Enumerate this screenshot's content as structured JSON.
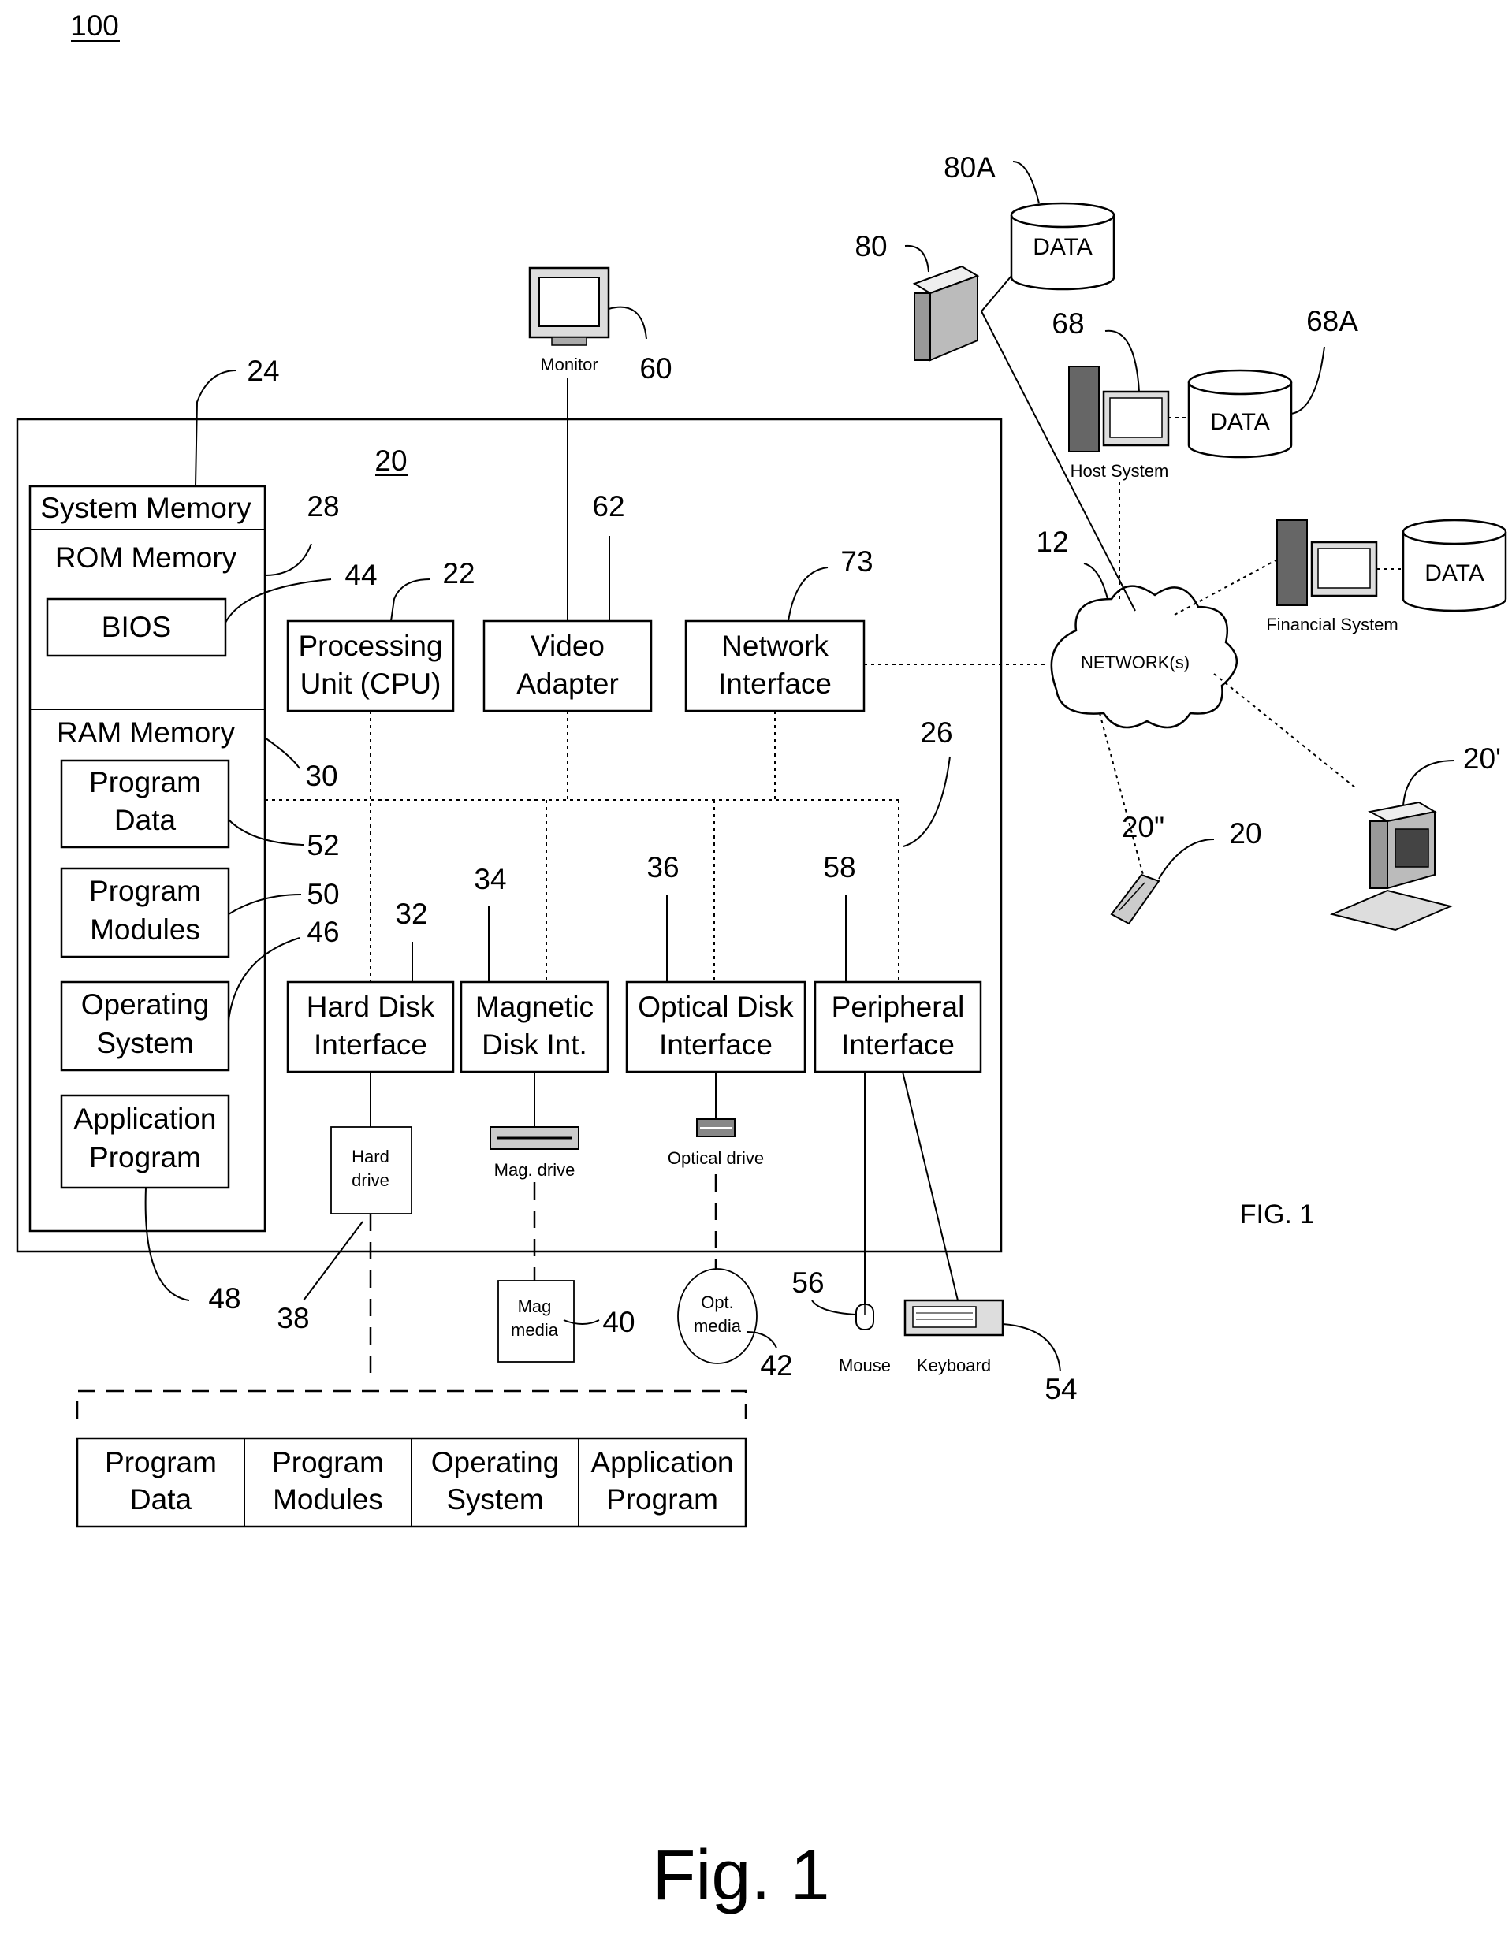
{
  "figure_number": "100",
  "computer_label": "20",
  "fig_caption_small": "FIG. 1",
  "fig_caption_large": "Fig. 1",
  "memory": {
    "system_memory": "System Memory",
    "rom_memory": "ROM Memory",
    "bios": "BIOS",
    "ram_memory": "RAM Memory",
    "program_data": [
      "Program",
      "Data"
    ],
    "program_modules": [
      "Program",
      "Modules"
    ],
    "operating_system": [
      "Operating",
      "System"
    ],
    "application_program": [
      "Application",
      "Program"
    ]
  },
  "units": {
    "cpu": [
      "Processing",
      "Unit (CPU)"
    ],
    "video_adapter": [
      "Video",
      "Adapter"
    ],
    "network_interface": [
      "Network",
      "Interface"
    ],
    "hard_disk_interface": [
      "Hard Disk",
      "Interface"
    ],
    "magnetic_disk_int": [
      "Magnetic",
      "Disk  Int."
    ],
    "optical_disk_interface": [
      "Optical Disk",
      "Interface"
    ],
    "peripheral_interface": [
      "Peripheral",
      "Interface"
    ]
  },
  "devices": {
    "monitor": "Monitor",
    "hard_drive": [
      "Hard",
      "drive"
    ],
    "mag_drive": "Mag. drive",
    "optical_drive": "Optical drive",
    "mag_media": [
      "Mag",
      "media"
    ],
    "opt_media": [
      "Opt.",
      "media"
    ],
    "mouse": "Mouse",
    "keyboard": "Keyboard",
    "network": "NETWORK(s)",
    "host_system": "Host System",
    "financial_system": "Financial System",
    "data": "DATA"
  },
  "hard_drive_contents": [
    [
      "Program",
      "Data"
    ],
    [
      "Program",
      "Modules"
    ],
    [
      "Operating",
      "System"
    ],
    [
      "Application",
      "Program"
    ]
  ],
  "refs": {
    "r24": "24",
    "r28": "28",
    "r44": "44",
    "r22": "22",
    "r62": "62",
    "r73": "73",
    "r60": "60",
    "r30": "30",
    "r26": "26",
    "r52": "52",
    "r50": "50",
    "r46": "46",
    "r32": "32",
    "r34": "34",
    "r36": "36",
    "r58": "58",
    "r48": "48",
    "r38": "38",
    "r40": "40",
    "r42": "42",
    "r56": "56",
    "r54": "54",
    "r12": "12",
    "r80": "80",
    "r80a": "80A",
    "r68": "68",
    "r68a": "68A",
    "r20pp": "20\"",
    "r20": "20",
    "r20p": "20'"
  }
}
